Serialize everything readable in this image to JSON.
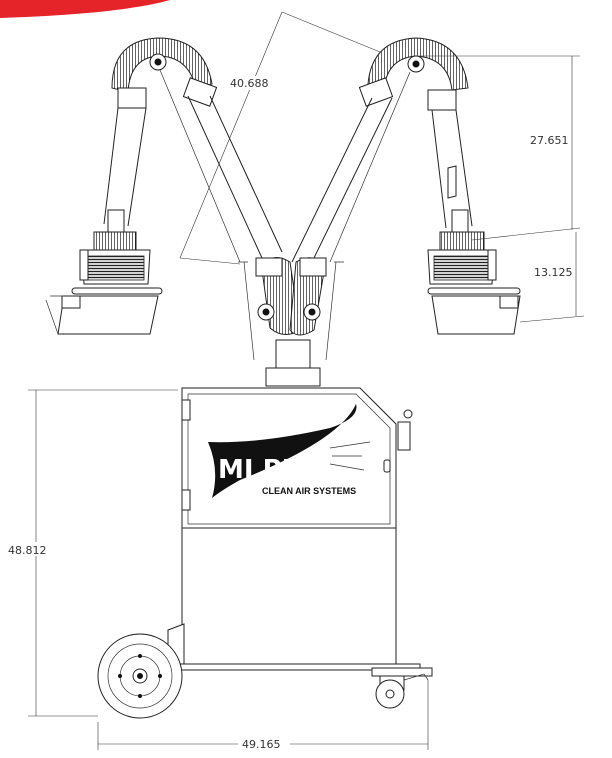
{
  "colors": {
    "accent_red": "#e5242a",
    "line": "#222222",
    "background": "#ffffff"
  },
  "brand": {
    "logo_text": "MI PDAIR",
    "tagline": "CLEAN AIR SYSTEMS"
  },
  "dimensions": {
    "arm_reach": "40.688",
    "arm_upper_height": "27.651",
    "hood_height": "13.125",
    "cabinet_height": "48.812",
    "overall_width": "49.165"
  },
  "icons": [
    "wheel-icon",
    "caster-icon",
    "pivot-joint-icon",
    "hood-icon"
  ]
}
